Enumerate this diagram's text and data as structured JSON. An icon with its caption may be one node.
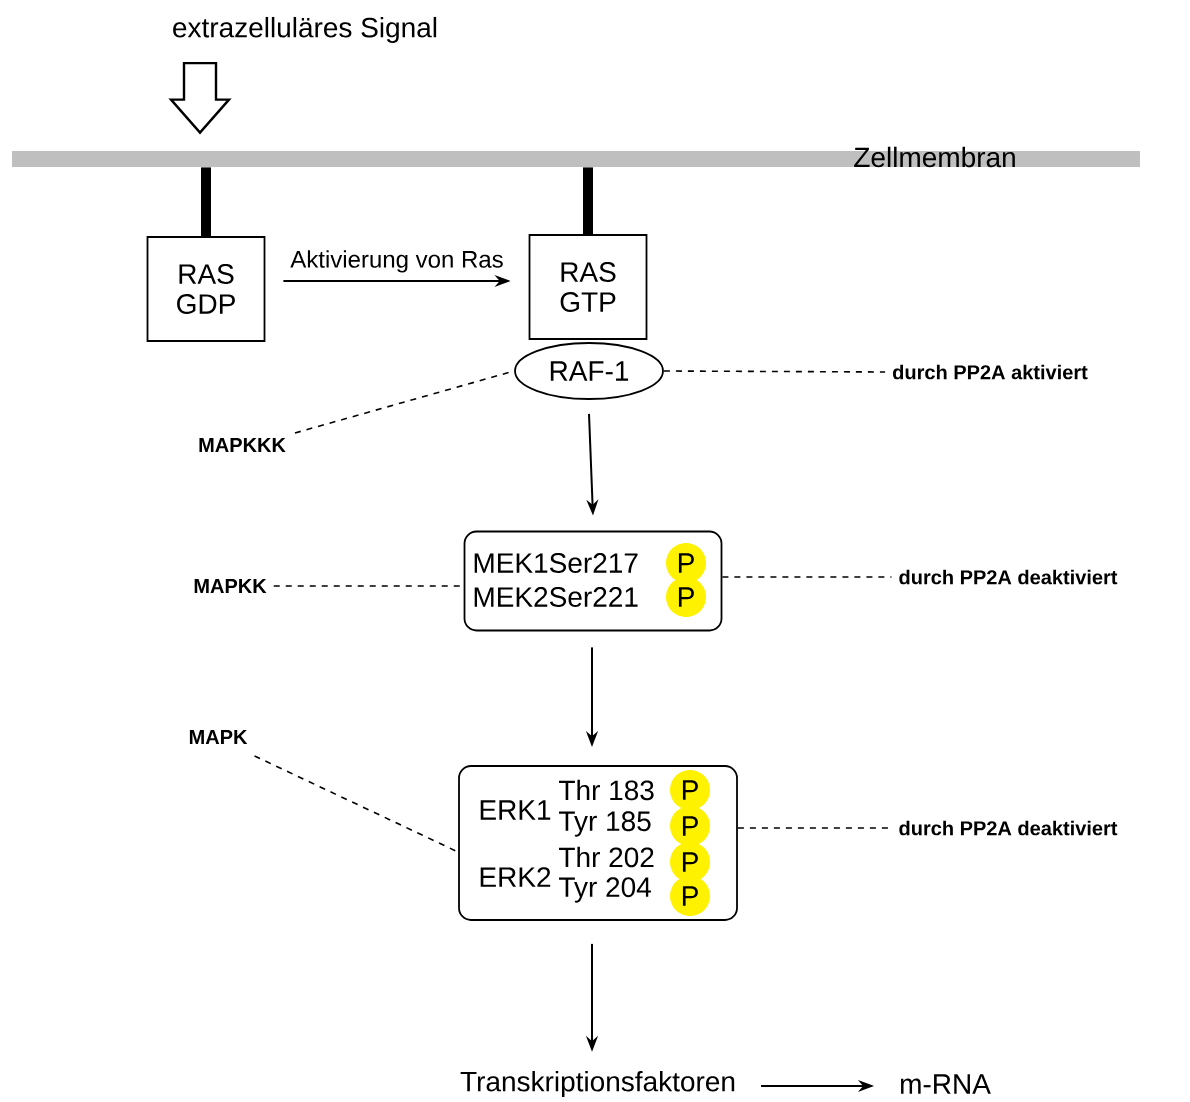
{
  "diagram": {
    "nodes": [
      {
        "text": [
          "extrazelluläres Signal"
        ]
      },
      {
        "text": [
          "Zellmembran"
        ]
      },
      {
        "text": [
          "RAS GDP"
        ]
      },
      {
        "text": [
          "RAS GTP"
        ]
      },
      {
        "text": [
          "RAF-1"
        ]
      },
      {
        "text": [
          "MEK1Ser217",
          "MEK2Ser221"
        ]
      },
      {
        "text": [
          "P"
        ],
        "in": 5
      },
      {
        "text": [
          "P"
        ],
        "in": 5
      },
      {
        "text": [
          "ERK1",
          "Thr 183",
          "Tyr 185",
          "ERK2",
          "Thr 202",
          "Tyr 204"
        ]
      },
      {
        "text": [
          "P"
        ],
        "in": 8
      },
      {
        "text": [
          "P"
        ],
        "in": 8
      },
      {
        "text": [
          "P"
        ],
        "in": 8
      },
      {
        "text": [
          "P"
        ],
        "in": 8
      },
      {
        "text": [
          "Transkriptionsfaktoren"
        ]
      },
      {
        "text": [
          "m-RNA"
        ]
      },
      {
        "text": [
          "MAPKKK"
        ]
      },
      {
        "text": [
          "MAPKK"
        ]
      },
      {
        "text": [
          "MAPK"
        ]
      },
      {
        "text": [
          "durch PP2A aktiviert"
        ]
      },
      {
        "text": [
          "durch PP2A deaktiviert"
        ]
      },
      {
        "text": [
          "durch PP2A deaktiviert"
        ]
      }
    ],
    "edges": [
      {
        "from": 0,
        "to": 1,
        "arrow": "to"
      },
      {
        "from": 1,
        "to": 2,
        "arrow": "none",
        "style": "thick"
      },
      {
        "from": 1,
        "to": 3,
        "arrow": "none",
        "style": "thick"
      },
      {
        "from": 2,
        "to": 3,
        "arrow": "to",
        "label": "Aktivierung von Ras"
      },
      {
        "from": 4,
        "to": 5,
        "arrow": "to"
      },
      {
        "from": 5,
        "to": 8,
        "arrow": "to"
      },
      {
        "from": 8,
        "to": 13,
        "arrow": "to"
      },
      {
        "from": 13,
        "to": 14,
        "arrow": "to"
      },
      {
        "from": 15,
        "to": 4,
        "arrow": "none",
        "style": "dashed"
      },
      {
        "from": 16,
        "to": 5,
        "arrow": "none",
        "style": "dashed"
      },
      {
        "from": 17,
        "to": 8,
        "arrow": "none",
        "style": "dashed"
      },
      {
        "from": 4,
        "to": 18,
        "arrow": "none",
        "style": "dashed"
      },
      {
        "from": 5,
        "to": 19,
        "arrow": "none",
        "style": "dashed"
      },
      {
        "from": 8,
        "to": 20,
        "arrow": "none",
        "style": "dashed"
      }
    ]
  }
}
